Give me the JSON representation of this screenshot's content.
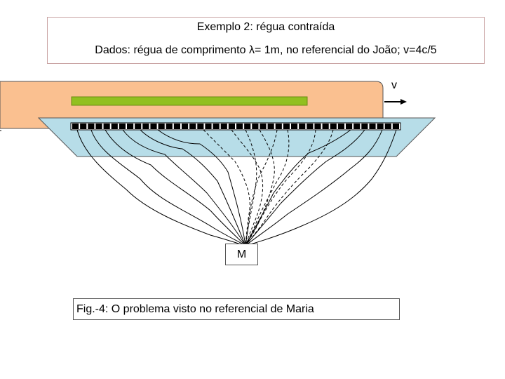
{
  "header": {
    "title": "Exemplo 2: régua contraída",
    "given": "Dados: régua de comprimento λ= 1m, no referencial do João; v=4c/5"
  },
  "diagram": {
    "velocity_label": "v",
    "observer_label": "M",
    "caption": "Fig.-4: O problema visto no referencial de Maria",
    "colors": {
      "train": "#fac090",
      "ruler": "#92c020",
      "cone": "#b7dde8",
      "scale": "#000000"
    }
  }
}
